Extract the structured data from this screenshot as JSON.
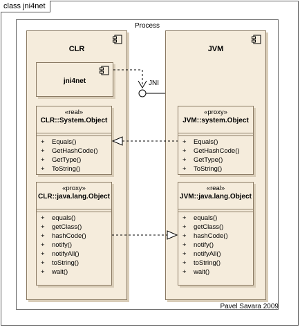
{
  "frame": {
    "title": "class jni4net"
  },
  "process": {
    "label": "Process"
  },
  "clr": {
    "title": "CLR",
    "jni4net": "jni4net",
    "system_object": {
      "stereotype": "«real»",
      "name": "CLR::System.Object",
      "operations": [
        {
          "vis": "+",
          "name": "Equals()"
        },
        {
          "vis": "+",
          "name": "GetHashCode()"
        },
        {
          "vis": "+",
          "name": "GetType()"
        },
        {
          "vis": "+",
          "name": "ToString()"
        }
      ]
    },
    "java_object": {
      "stereotype": "«proxy»",
      "name": "CLR::java.lang.Object",
      "operations": [
        {
          "vis": "+",
          "name": "equals()"
        },
        {
          "vis": "+",
          "name": "getClass()"
        },
        {
          "vis": "+",
          "name": "hashCode()"
        },
        {
          "vis": "+",
          "name": "notify()"
        },
        {
          "vis": "+",
          "name": "notifyAll()"
        },
        {
          "vis": "+",
          "name": "toString()"
        },
        {
          "vis": "+",
          "name": "wait()"
        }
      ]
    }
  },
  "jvm": {
    "title": "JVM",
    "system_object": {
      "stereotype": "«proxy»",
      "name": "JVM::system.Object",
      "operations": [
        {
          "vis": "+",
          "name": "Equals()"
        },
        {
          "vis": "+",
          "name": "GetHashCode()"
        },
        {
          "vis": "+",
          "name": "GetType()"
        },
        {
          "vis": "+",
          "name": "ToString()"
        }
      ]
    },
    "java_object": {
      "stereotype": "«real»",
      "name": "JVM::java.lang.Object",
      "operations": [
        {
          "vis": "+",
          "name": "equals()"
        },
        {
          "vis": "+",
          "name": "getClass()"
        },
        {
          "vis": "+",
          "name": "hashCode()"
        },
        {
          "vis": "+",
          "name": "notify()"
        },
        {
          "vis": "+",
          "name": "notifyAll()"
        },
        {
          "vis": "+",
          "name": "toString()"
        },
        {
          "vis": "+",
          "name": "wait()"
        }
      ]
    }
  },
  "interface": {
    "label": "JNI"
  },
  "credit": "Pavel Savara 2009"
}
